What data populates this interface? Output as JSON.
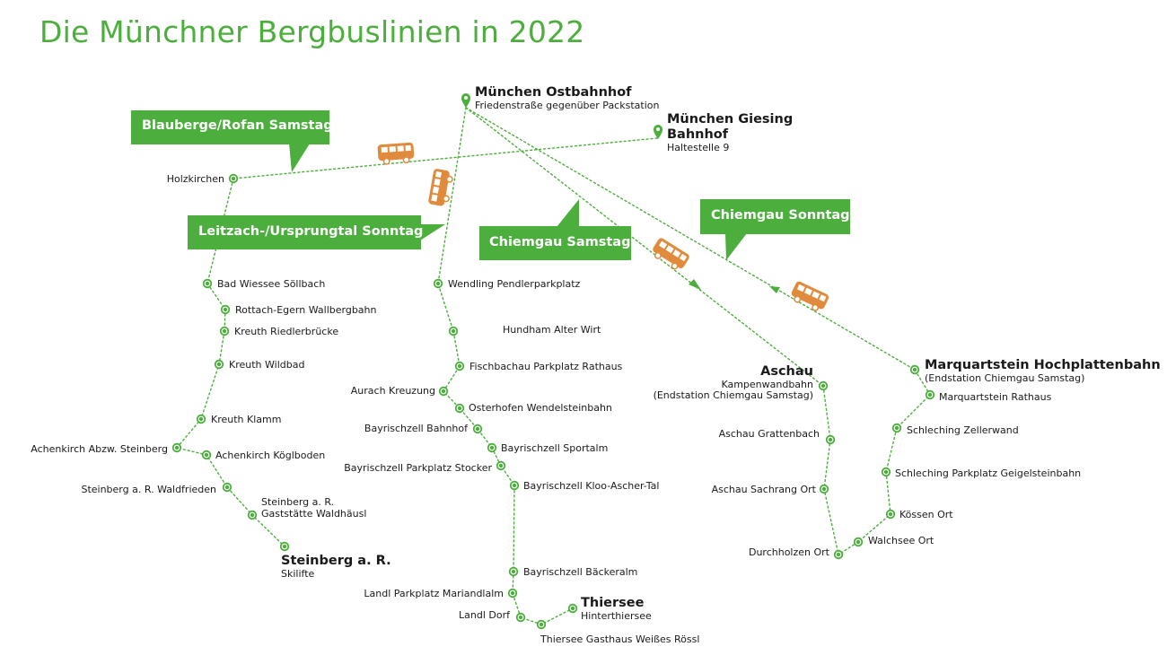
{
  "title": "Die Münchner Bergbuslinien in 2022",
  "colors": {
    "accent": "#4cae3c",
    "bus": "#e08a3c",
    "text": "#1a1a1a"
  },
  "icons": {
    "pin": "map-pin-icon",
    "bus": "bus-icon",
    "arrow": "direction-arrow-icon"
  },
  "callouts": {
    "blauberge": "Blauberge/Rofan Samstag",
    "leitzach": "Leitzach-/Ursprungtal Sonntag",
    "chiemgau_sa": "Chiemgau Samstag",
    "chiemgau_so": "Chiemgau Sonntag"
  },
  "terminals": {
    "ostbahnhof": {
      "name": "München Ostbahnhof",
      "detail": "Friedenstraße gegenüber Packstation"
    },
    "giesing": {
      "name1": "München Giesing",
      "name2": "Bahnhof",
      "detail": "Haltestelle 9"
    },
    "steinberg": {
      "name": "Steinberg a. R.",
      "detail": "Skilifte"
    },
    "thiersee": {
      "name": "Thiersee",
      "detail": "Hinterthiersee"
    },
    "aschau": {
      "name": "Aschau",
      "detail1": "Kampenwandbahn",
      "detail2": "(Endstation Chiemgau Samstag)"
    },
    "marquartstein": {
      "name": "Marquartstein Hochplattenbahn",
      "detail": "(Endstation Chiemgau Samstag)"
    }
  },
  "stops": {
    "holzkirchen": "Holzkirchen",
    "bad_wiessee": "Bad Wiessee Söllbach",
    "rottach": "Rottach-Egern Wallbergbahn",
    "kreuth_riedler": "Kreuth Riedlerbrücke",
    "kreuth_wildbad": "Kreuth Wildbad",
    "kreuth_klamm": "Kreuth Klamm",
    "achenkirch_abzw": "Achenkirch Abzw. Steinberg",
    "achenkirch_koegl": "Achenkirch Köglboden",
    "steinberg_waldfrieden": "Steinberg a. R. Waldfrieden",
    "steinberg_gast1": "Steinberg a. R.",
    "steinberg_gast2": "Gaststätte Waldhäusl",
    "wendling": "Wendling Pendlerparkplatz",
    "hundham": "Hundham Alter Wirt",
    "fischbachau": "Fischbachau Parkplatz Rathaus",
    "aurach": "Aurach Kreuzung",
    "osterhofen": "Osterhofen Wendelsteinbahn",
    "bz_bahnhof": "Bayrischzell Bahnhof",
    "bz_sportalm": "Bayrischzell Sportalm",
    "bz_stocker": "Bayrischzell Parkplatz Stocker",
    "bz_kloo": "Bayrischzell Kloo-Ascher-Tal",
    "bz_baecker": "Bayrischzell Bäckeralm",
    "landl_mariandl": "Landl Parkplatz Mariandlalm",
    "landl_dorf": "Landl Dorf",
    "thiersee_gasthaus": "Thiersee Gasthaus Weißes Rössl",
    "aschau_gratten": "Aschau Grattenbach",
    "aschau_sachrang": "Aschau Sachrang Ort",
    "durchholzen": "Durchholzen Ort",
    "marq_rathaus": "Marquartstein Rathaus",
    "schleching_zeller": "Schleching Zellerwand",
    "schleching_geigel": "Schleching Parkplatz Geigelsteinbahn",
    "koessen": "Kössen Ort",
    "walchsee": "Walchsee Ort"
  }
}
